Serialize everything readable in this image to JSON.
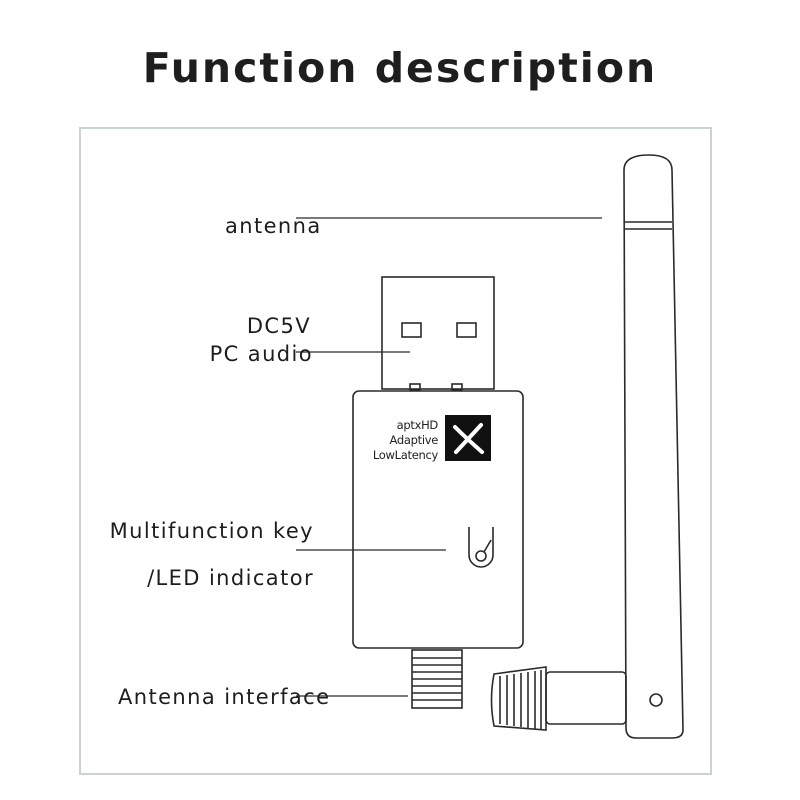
{
  "title": "Function description",
  "labels": {
    "antenna": "antenna",
    "dc5v": "DC5V",
    "pc_audio": "PC audio",
    "key_line1": "Multifunction key",
    "key_line2": "/LED indicator",
    "antenna_interface": "Antenna interface"
  },
  "badge": {
    "line1": "aptxHD",
    "line2": "Adaptive",
    "line3": "LowLatency",
    "logo_icon": "aptx-x-logo-icon"
  },
  "colors": {
    "frame_border": "#c9d4d1",
    "line": "#2a2a2a",
    "logo_bg": "#111111"
  }
}
